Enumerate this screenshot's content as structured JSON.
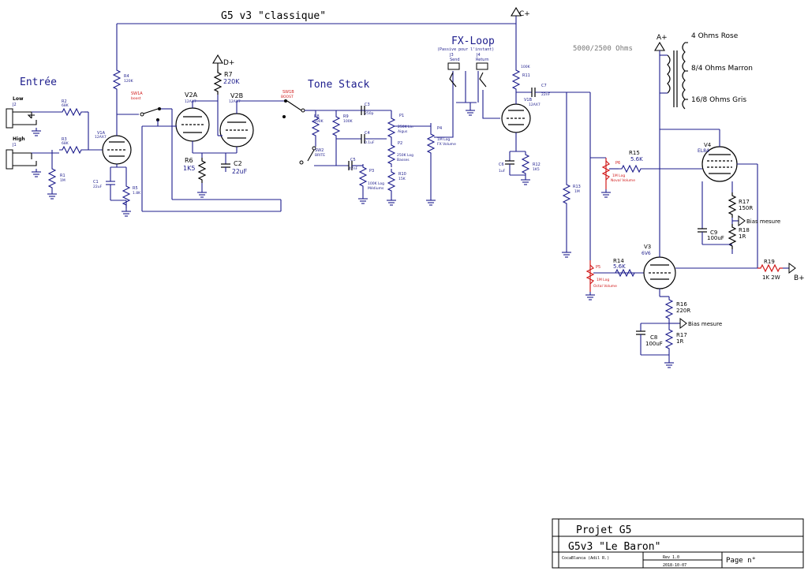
{
  "title": "G5 v3 \"classique\"",
  "sections": {
    "input": "Entrée",
    "tone_stack": "Tone Stack",
    "fx_loop": "FX-Loop",
    "fx_loop_note": "(Passive pour l'instant)",
    "impedance": "5000/2500 Ohms"
  },
  "inputs": {
    "low": {
      "label": "Low",
      "jack": "J2"
    },
    "high": {
      "label": "High",
      "jack": "J1"
    }
  },
  "rails": {
    "c_plus": "C+",
    "d_plus": "D+",
    "a_plus": "A+",
    "b_plus": "B+"
  },
  "tubes": {
    "v1a": {
      "ref": "V1A",
      "type": "12AX7"
    },
    "v2a": {
      "ref": "V2A",
      "type": "12AX7"
    },
    "v2b": {
      "ref": "V2B",
      "type": "12AX7"
    },
    "v1b": {
      "ref": "V1B",
      "type": "12AX7"
    },
    "v3": {
      "ref": "V3",
      "type": "6V6"
    },
    "v4": {
      "ref": "V4",
      "type": "EL84"
    }
  },
  "switches": {
    "sw1a": {
      "ref": "SW1A",
      "label": "boost"
    },
    "sw1b": {
      "ref": "SW1B",
      "label": "BOOST"
    },
    "sw2": {
      "ref": "SW2",
      "label": "BRITE"
    }
  },
  "jacks": {
    "j3": {
      "ref": "J3",
      "label": "Send"
    },
    "j4": {
      "ref": "J4",
      "label": "Return"
    }
  },
  "resistors": {
    "r1": {
      "ref": "R1",
      "value": "1M"
    },
    "r2": {
      "ref": "R2",
      "value": "68K"
    },
    "r3": {
      "ref": "R3",
      "value": "68K"
    },
    "r4": {
      "ref": "R4",
      "value": "120K"
    },
    "r5": {
      "ref": "R5",
      "value": "1.8K"
    },
    "r6": {
      "ref": "R6",
      "value": "1K5"
    },
    "r7": {
      "ref": "R7",
      "value": "220K"
    },
    "r8": {
      "ref": "R8",
      "value": "100K"
    },
    "r9": {
      "ref": "R9",
      "value": "100K"
    },
    "r10": {
      "ref": "R10",
      "value": "15K"
    },
    "r11": {
      "ref": "R11",
      "value": "100K"
    },
    "r12": {
      "ref": "R12",
      "value": "1K5"
    },
    "r13": {
      "ref": "R13",
      "value": "1M"
    },
    "r14": {
      "ref": "R14",
      "value": "5.6K"
    },
    "r15": {
      "ref": "R15",
      "value": "5.6K"
    },
    "r16": {
      "ref": "R16",
      "value": "220R"
    },
    "r17a": {
      "ref": "R17",
      "value": "1R"
    },
    "r17b": {
      "ref": "R17",
      "value": "150R"
    },
    "r18": {
      "ref": "R18",
      "value": "1R"
    },
    "r19": {
      "ref": "R19",
      "value": "1K 2W"
    }
  },
  "capacitors": {
    "c1": {
      "ref": "C1",
      "value": "22uF"
    },
    "c2": {
      "ref": "C2",
      "value": "22uF"
    },
    "c3": {
      "ref": "C3",
      "value": "250p"
    },
    "c4": {
      "ref": "C4",
      "value": "0.1uF"
    },
    "c5": {
      "ref": "C5",
      "value": "47nF"
    },
    "c6": {
      "ref": "C6",
      "value": "1uF"
    },
    "c7": {
      "ref": "C7",
      "value": "22nF"
    },
    "c8": {
      "ref": "C8",
      "value": "100uF"
    },
    "c9": {
      "ref": "C9",
      "value": "100uF"
    }
  },
  "pots": {
    "p1": {
      "ref": "P1",
      "value": "250K Lin",
      "label": "Aigus"
    },
    "p2": {
      "ref": "P2",
      "value": "250K Log",
      "label": "Basses"
    },
    "p3": {
      "ref": "P3",
      "value": "100K Log",
      "label": "Médiums"
    },
    "p4": {
      "ref": "P4",
      "value": "1M Log",
      "label": "FX Volume"
    },
    "p5": {
      "ref": "P5",
      "value": "1M Log",
      "label": "Octal Volume"
    },
    "p6": {
      "ref": "P6",
      "value": "1M Log",
      "label": "Noval Volume"
    }
  },
  "transformer": {
    "tap1": "4 Ohms Rose",
    "tap2": "8/4 Ohms Marron",
    "tap3": "16/8 Ohms Gris"
  },
  "bias": {
    "label1": "Bias mesure",
    "label2": "Bias mesure"
  },
  "title_block": {
    "project": "Projet G5",
    "name": "G5v3 \"Le Baron\"",
    "author": "CocaBlanca (Adil R.)",
    "rev": "Rev 1.0",
    "date": "2018-10-07",
    "page_label": "Page n°"
  },
  "colors": {
    "wire": "#1c1c8c",
    "highlight": "#d11a1a",
    "tube": "#000000"
  }
}
